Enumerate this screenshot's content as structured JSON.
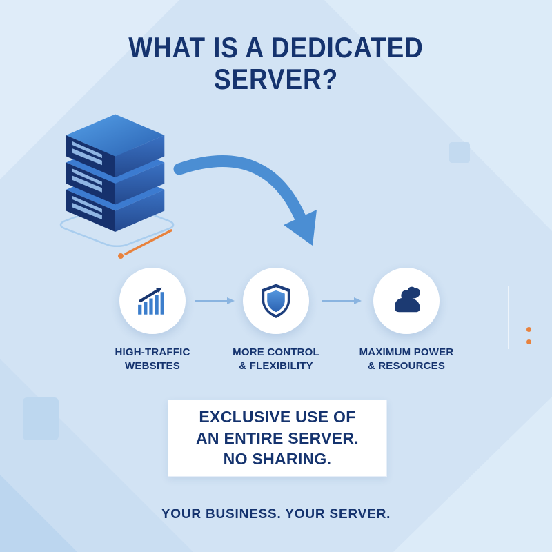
{
  "title": {
    "line1": "WHAT IS A DEDICATED",
    "line2": "SERVER?"
  },
  "hero": {
    "icon": "server-stack-icon",
    "arrow_icon": "curved-arrow-icon"
  },
  "features": [
    {
      "icon": "bar-chart-icon",
      "line1": "HIGH-TRAFFIC",
      "line2": "WEBSITES"
    },
    {
      "icon": "shield-icon",
      "line1": "MORE CONTROL",
      "line2": "& FLEXIBILITY"
    },
    {
      "icon": "flex-arm-icon",
      "line1": "MAXIMUM POWER",
      "line2": "& RESOURCES"
    }
  ],
  "callout": {
    "line1": "EXCLUSIVE USE OF",
    "line2": "AN ENTIRE SERVER.",
    "line3": "NO SHARING."
  },
  "footer": {
    "tagline": "YOUR BUSINESS. YOUR SERVER."
  },
  "colors": {
    "navy": "#15336e",
    "blue": "#4285cf",
    "light-blue": "#8ab4e0",
    "orange": "#e8823d",
    "background": "#d2e3f4",
    "circle-bg": "#ffffff"
  }
}
